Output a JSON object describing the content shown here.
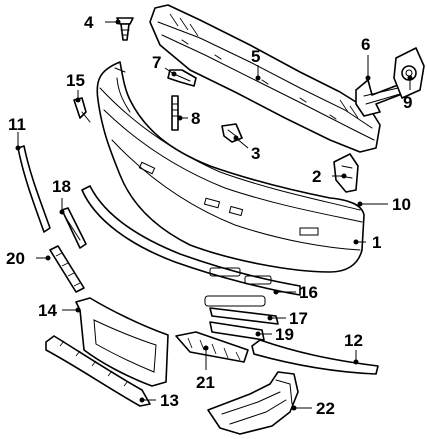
{
  "diagram": {
    "callouts": [
      {
        "id": "c4",
        "number": "4"
      },
      {
        "id": "c5",
        "number": "5"
      },
      {
        "id": "c6",
        "number": "6"
      },
      {
        "id": "c7",
        "number": "7"
      },
      {
        "id": "c8",
        "number": "8"
      },
      {
        "id": "c9",
        "number": "9"
      },
      {
        "id": "c15",
        "number": "15"
      },
      {
        "id": "c11",
        "number": "11"
      },
      {
        "id": "c3",
        "number": "3"
      },
      {
        "id": "c2",
        "number": "2"
      },
      {
        "id": "c10",
        "number": "10"
      },
      {
        "id": "c18",
        "number": "18"
      },
      {
        "id": "c1",
        "number": "1"
      },
      {
        "id": "c20",
        "number": "20"
      },
      {
        "id": "c16",
        "number": "16"
      },
      {
        "id": "c14",
        "number": "14"
      },
      {
        "id": "c17",
        "number": "17"
      },
      {
        "id": "c19",
        "number": "19"
      },
      {
        "id": "c12",
        "number": "12"
      },
      {
        "id": "c21",
        "number": "21"
      },
      {
        "id": "c13",
        "number": "13"
      },
      {
        "id": "c22",
        "number": "22"
      }
    ]
  }
}
